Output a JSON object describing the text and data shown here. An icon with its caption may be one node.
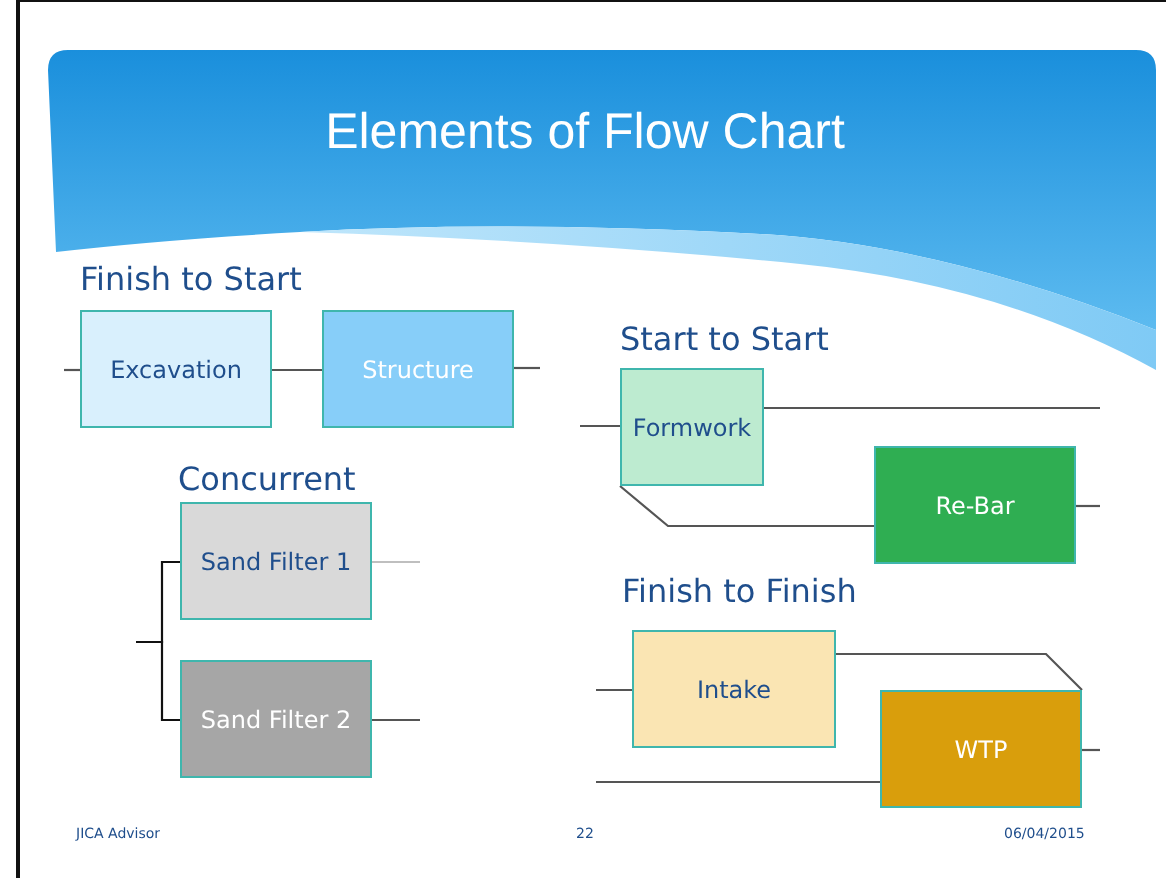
{
  "diagram": {
    "title": "Elements of Flow Chart",
    "nodes": [
      {
        "text": [
          "Excavation"
        ]
      },
      {
        "text": [
          "Structure"
        ]
      },
      {
        "text": [
          "Formwork"
        ]
      },
      {
        "text": [
          "Re-Bar"
        ]
      },
      {
        "text": [
          "Sand Filter 1"
        ]
      },
      {
        "text": [
          "Intake"
        ]
      },
      {
        "text": [
          "Sand Filter 2"
        ]
      },
      {
        "text": [
          "WTP"
        ]
      }
    ],
    "edges": [
      {
        "from": null,
        "to": 0,
        "arrow": "none"
      },
      {
        "from": 0,
        "to": 1,
        "arrow": "none"
      },
      {
        "from": 1,
        "to": null,
        "arrow": "none"
      },
      {
        "from": null,
        "to": 2,
        "arrow": "none"
      },
      {
        "from": 2,
        "to": null,
        "arrow": "none"
      },
      {
        "from": 2,
        "to": 3,
        "arrow": "none"
      },
      {
        "from": 3,
        "to": null,
        "arrow": "none"
      },
      {
        "from": null,
        "to": 4,
        "arrow": "none",
        "color": "#111111"
      },
      {
        "from": null,
        "to": 6,
        "arrow": "none",
        "color": "#111111"
      },
      {
        "from": 4,
        "to": null,
        "arrow": "none",
        "color": "#bfbfbf"
      },
      {
        "from": 6,
        "to": null,
        "arrow": "none"
      },
      {
        "from": null,
        "to": 5,
        "arrow": "none"
      },
      {
        "from": 5,
        "to": 7,
        "arrow": "none"
      },
      {
        "from": null,
        "to": 7,
        "arrow": "none"
      },
      {
        "from": 7,
        "to": null,
        "arrow": "none"
      }
    ],
    "labels": [
      "Finish to Start",
      "Start to Start",
      "Concurrent",
      "Finish to Finish",
      "JICA Advisor",
      "22",
      "06/04/2015"
    ]
  }
}
